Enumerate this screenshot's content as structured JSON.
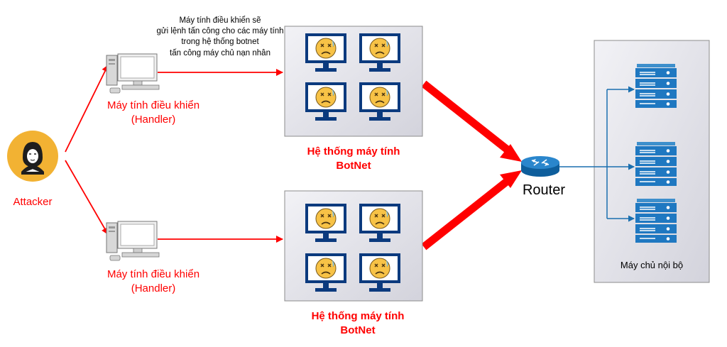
{
  "attacker": {
    "label": "Attacker"
  },
  "handlers": [
    {
      "label_line1": "Máy tính điều khiển",
      "label_line2": "(Handler)"
    },
    {
      "label_line1": "Máy tính điều khiển",
      "label_line2": "(Handler)"
    }
  ],
  "annotation": {
    "lines": [
      "Máy tính điều khiển sẽ",
      "gửi lệnh tấn công cho các máy tính",
      "trong hệ thống botnet",
      "tấn công máy chủ nạn nhân"
    ]
  },
  "botnets": [
    {
      "label_line1": "Hệ thống máy tính",
      "label_line2": "BotNet"
    },
    {
      "label_line1": "Hệ thống máy tính",
      "label_line2": "BotNet"
    }
  ],
  "router": {
    "label": "Router"
  },
  "server_group": {
    "label": "Máy chủ nội bộ"
  },
  "colors": {
    "attack": "#ff0000",
    "network": "#1a6faf",
    "box_fill": "#e4e4ec",
    "box_stroke": "#8c8c8c",
    "monitor": "#0b3a7e",
    "face": "#f7c246"
  }
}
